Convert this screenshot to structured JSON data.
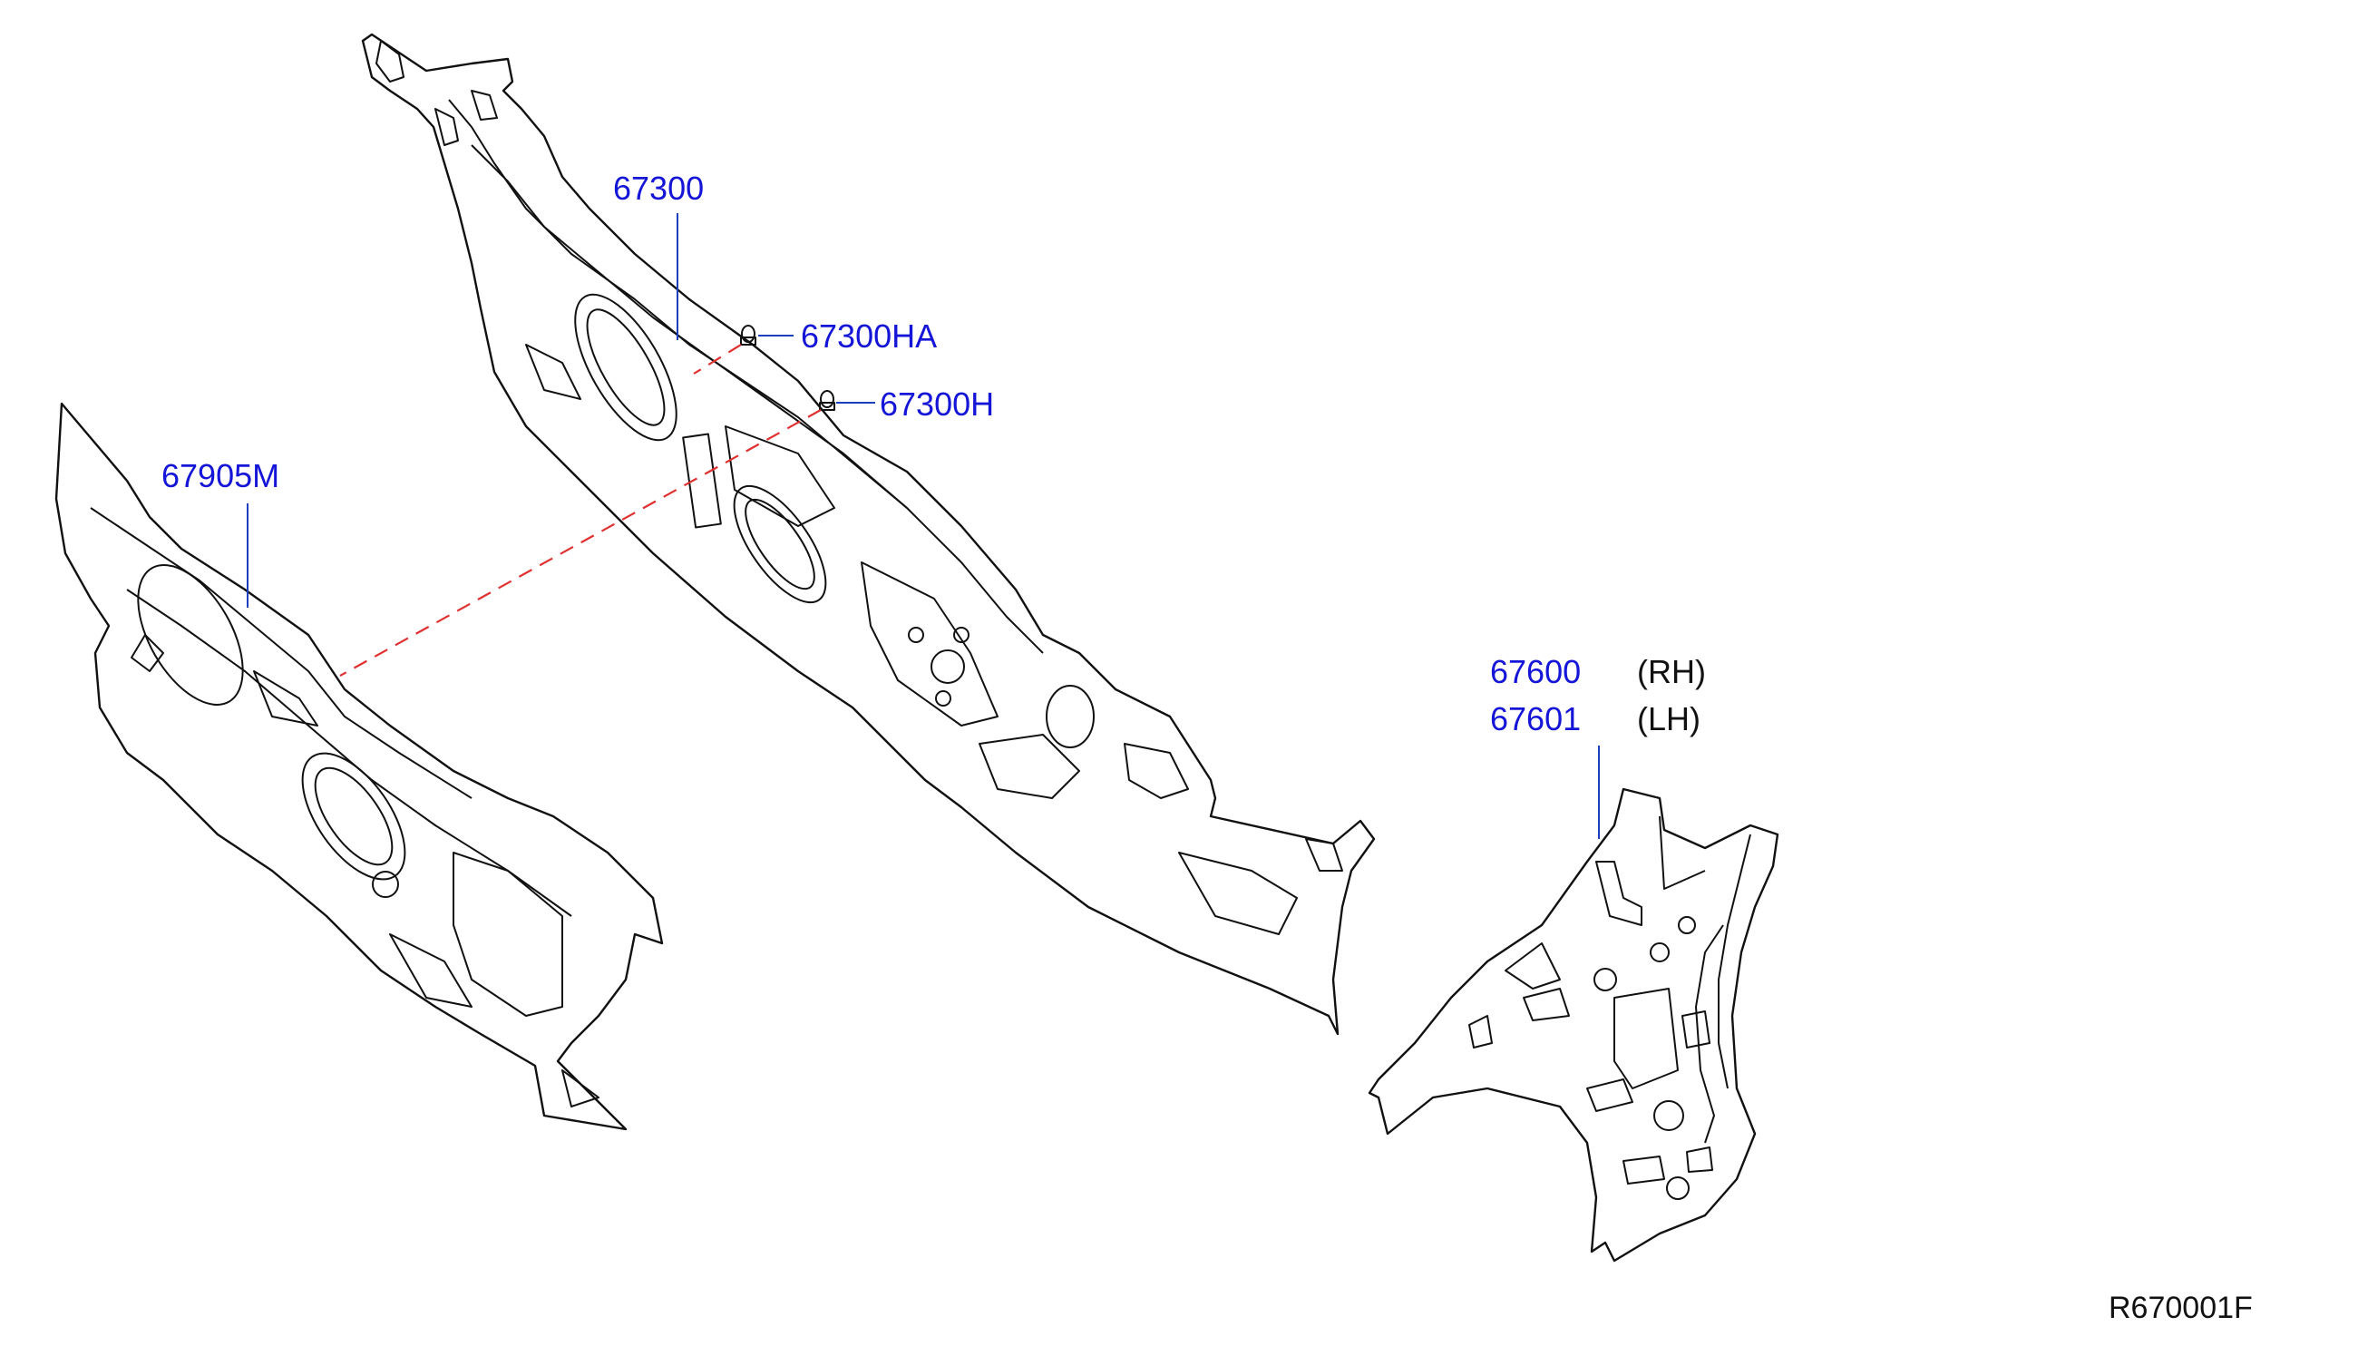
{
  "callouts": {
    "dash_panel": "67300",
    "plug_ha": "67300HA",
    "plug_h": "67300H",
    "insulator": "67905M",
    "side_panel_rh": "67600",
    "side_panel_lh": "67601"
  },
  "side_labels": {
    "rh": "(RH)",
    "lh": "(LH)"
  },
  "reference_code": "R670001F",
  "colors": {
    "callout_text": "#1515d8",
    "leader_line": "#1a3fbf",
    "alignment_dash": "#e03030",
    "outline": "#111111"
  }
}
